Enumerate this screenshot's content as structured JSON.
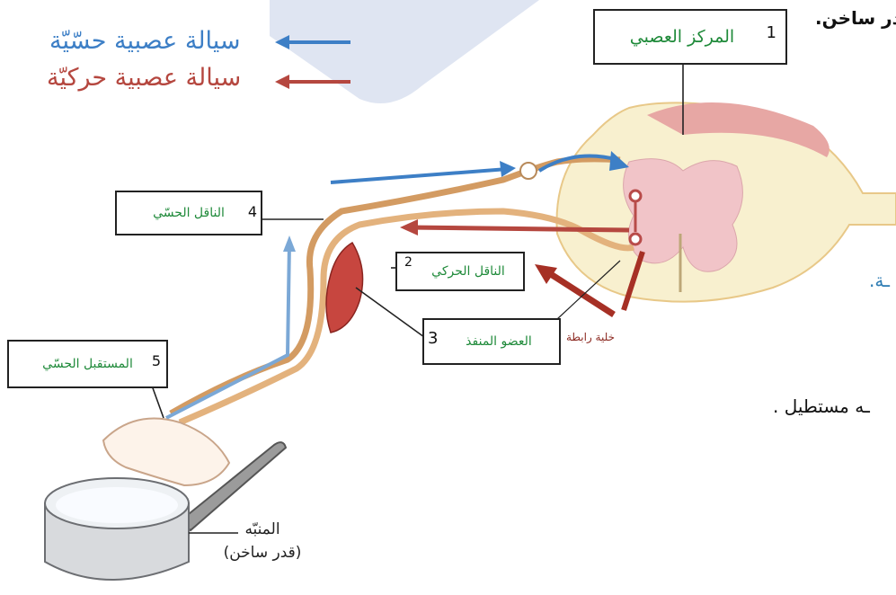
{
  "legend": {
    "sensory": "سيالة عصبية حسّيّة",
    "motor": "سيالة عصبية حركيّة",
    "sensory_color": "#3d7fc6",
    "motor_color": "#b5473f"
  },
  "labels": {
    "nerve_center": "المركز العصبي",
    "nerve_center_num": "1",
    "motor_neuron": "الناقل الحركي",
    "motor_neuron_num": "2",
    "effector": "العضو المنفذ",
    "effector_num": "3",
    "sensory_neuron": "الناقل الحسّي",
    "sensory_neuron_num": "4",
    "receptor": "المستقبل الحسّي",
    "receptor_num": "5",
    "interneuron": "خلية رابطة",
    "stimulus_line1": "المنبّه",
    "stimulus_line2": "(قدر ساخن)"
  },
  "edge_text": {
    "top_right": "قدر ساخن.",
    "mid_right": "ـة.",
    "lower_right": "ـه مستطيل ."
  }
}
